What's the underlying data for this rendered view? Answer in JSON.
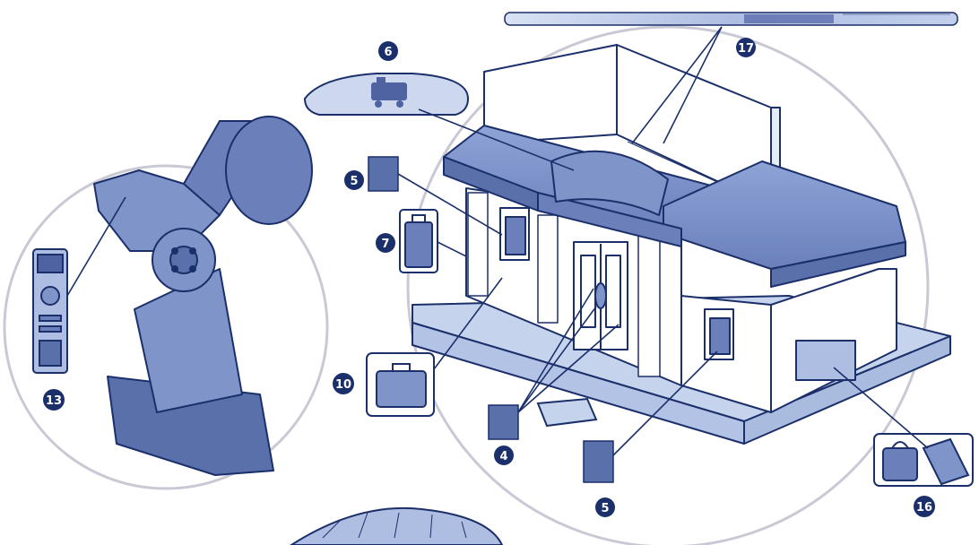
{
  "diagram": {
    "callouts": [
      {
        "id": "c4",
        "label": "4"
      },
      {
        "id": "c5a",
        "label": "5"
      },
      {
        "id": "c5b",
        "label": "5"
      },
      {
        "id": "c6",
        "label": "6"
      },
      {
        "id": "c7",
        "label": "7"
      },
      {
        "id": "c10",
        "label": "10"
      },
      {
        "id": "c13",
        "label": "13"
      },
      {
        "id": "c16",
        "label": "16"
      },
      {
        "id": "c17",
        "label": "17"
      }
    ]
  },
  "colors": {
    "line": "#1b2f6a",
    "fill_light": "#c5d3ec",
    "fill_mid": "#7f95c9",
    "fill_dark": "#5a70ab",
    "circle": "#c9c9d6",
    "callout_bg": "#1b2f6a",
    "callout_text": "#ffffff"
  },
  "icons": [
    "train-icon",
    "luggage-icon",
    "briefcase-icon",
    "remote-control-icon",
    "bags-icon"
  ]
}
